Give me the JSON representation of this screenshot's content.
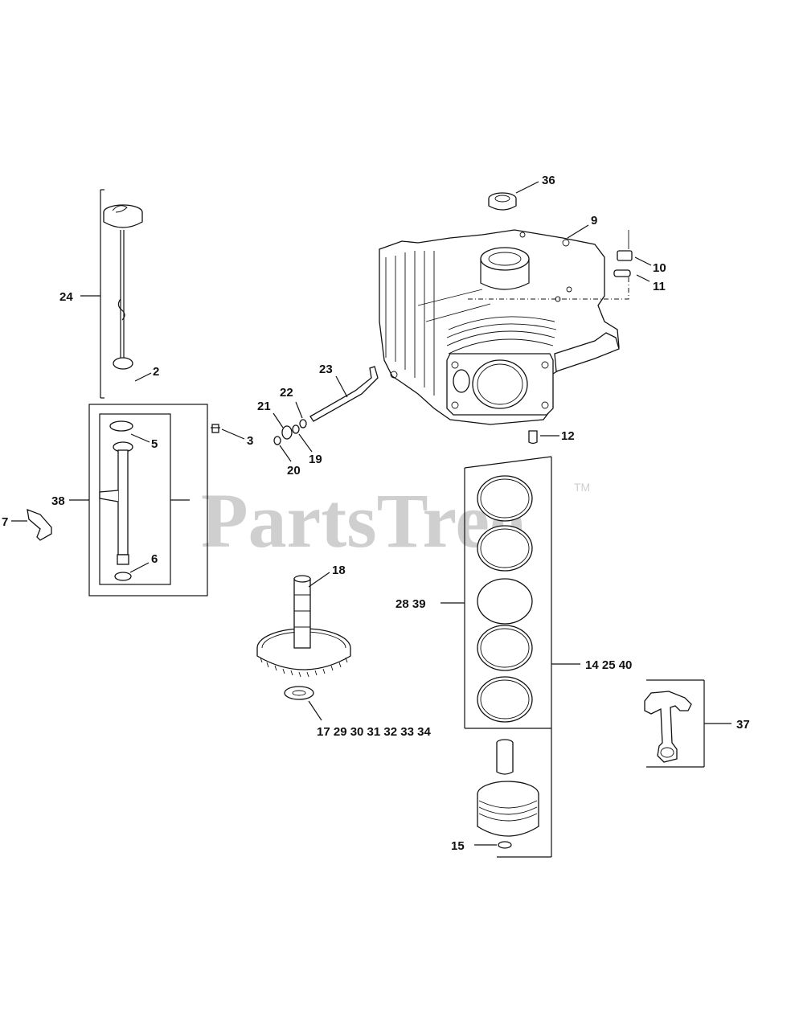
{
  "watermark": {
    "text": "PartsTree",
    "tm": "TM"
  },
  "labels": {
    "l36": "36",
    "l9": "9",
    "l10": "10",
    "l11": "11",
    "l12": "12",
    "l24": "24",
    "l2": "2",
    "l23": "23",
    "l22": "22",
    "l21": "21",
    "l19": "19",
    "l20": "20",
    "l3": "3",
    "l5": "5",
    "l38": "38",
    "l7": "7",
    "l6": "6",
    "l18": "18",
    "l2839": "28 39",
    "l142540": "14 25 40",
    "l37": "37",
    "l17g": "17 29 30 31 32 33 34",
    "l15": "15"
  },
  "colors": {
    "ink": "#111111",
    "watermark": "#cfcfcf",
    "background": "#ffffff"
  }
}
